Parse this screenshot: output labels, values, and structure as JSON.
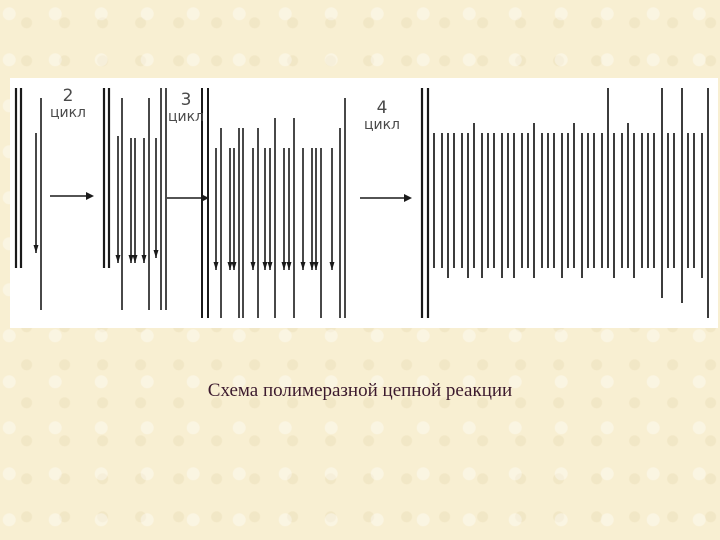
{
  "caption": "Схема полимеразной цепной реакции",
  "cycles": [
    {
      "number": "2",
      "label": "цикл"
    },
    {
      "number": "3",
      "label": "цикл"
    },
    {
      "number": "4",
      "label": "цикл"
    }
  ],
  "colors": {
    "background": "#f8efd2",
    "panel": "#ffffff",
    "strands": "#1a1a1a",
    "caption": "#3c1a2e"
  }
}
